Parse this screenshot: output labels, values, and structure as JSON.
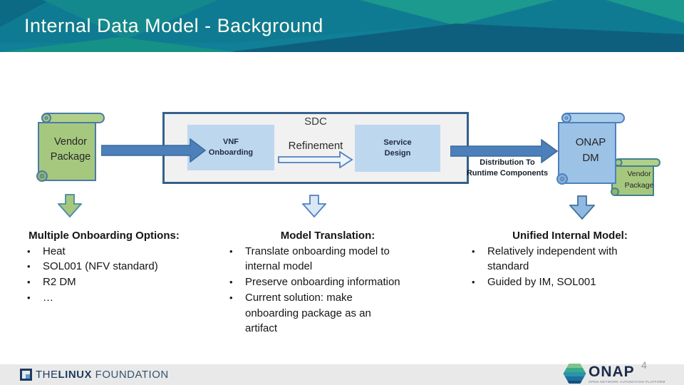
{
  "header": {
    "title": "Internal Data Model - Background"
  },
  "ui": {
    "bullet": "•"
  },
  "diagram": {
    "vendor_package_label": "Vendor\nPackage",
    "sdc_label": "SDC",
    "vnf_onboarding_label": "VNF\nOnboarding",
    "refinement_label": "Refinement",
    "service_design_label": "Service\nDesign",
    "distribution_label": "Distribution To\nRuntime Components",
    "onap_dm_label": "ONAP\nDM",
    "vendor_package_small_label": "Vendor\nPackage"
  },
  "columns": [
    {
      "heading": "Multiple Onboarding Options:",
      "bullets": [
        "Heat",
        "SOL001 (NFV standard)",
        "R2 DM",
        "…"
      ]
    },
    {
      "heading": "Model Translation:",
      "bullets": [
        "Translate onboarding model to internal model",
        "Preserve onboarding information",
        "Current solution: make onboarding package as an artifact"
      ]
    },
    {
      "heading": "Unified Internal Model:",
      "bullets": [
        "Relatively independent with standard",
        "Guided by IM, SOL001"
      ]
    }
  ],
  "footer": {
    "lf_the": "THE",
    "lf_linux": "LINUX",
    "lf_foundation": "FOUNDATION",
    "onap": "ONAP",
    "onap_tagline": "OPEN NETWORK AUTOMATION PLATFORM",
    "page_number": "4"
  },
  "colors": {
    "header_teal": "#0f7b92",
    "header_green": "#1b9a8d",
    "header_dark_blue": "#0e5f7e",
    "scroll_green": "#a6c87e",
    "scroll_blue": "#9cc2e5",
    "inner_box_blue": "#bdd7ee",
    "arrow_blue": "#4d80ba",
    "sdc_border": "#35618c"
  }
}
